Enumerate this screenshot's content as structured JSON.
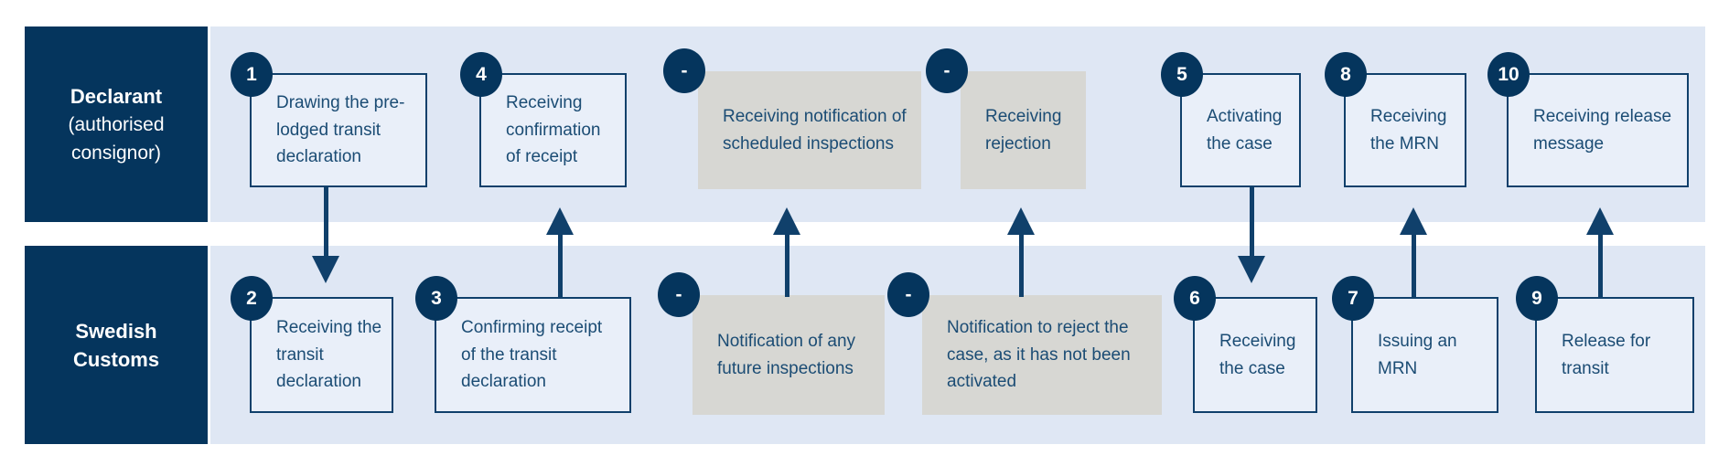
{
  "colors": {
    "navy": "#05355d",
    "border_navy": "#10406b",
    "lane_bg": "#dfe7f4",
    "step_fill": "#e9eff9",
    "muted_fill": "#d7d7d3",
    "text_navy": "#1b4c74",
    "badge_text": "#ffffff",
    "background": "#ffffff"
  },
  "lanes": [
    {
      "title": "Declarant",
      "subtitle": "(authorised consignor)"
    },
    {
      "title": "Swedish Customs",
      "subtitle": ""
    }
  ],
  "steps": [
    {
      "badge": "1",
      "lane": "declarant",
      "label": "Drawing the pre-lodged transit declaration"
    },
    {
      "badge": "2",
      "lane": "customs",
      "label": "Receiving the transit declaration"
    },
    {
      "badge": "3",
      "lane": "customs",
      "label": "Confirming receipt of the transit declaration"
    },
    {
      "badge": "4",
      "lane": "declarant",
      "label": "Receiving confirmation of receipt"
    },
    {
      "badge": "-",
      "lane": "customs",
      "label": "Notification of any future inspections"
    },
    {
      "badge": "-",
      "lane": "declarant",
      "label": "Receiving notification of scheduled inspections"
    },
    {
      "badge": "-",
      "lane": "customs",
      "label": "Notification to reject the case, as it has not been activated"
    },
    {
      "badge": "-",
      "lane": "declarant",
      "label": "Receiving rejection"
    },
    {
      "badge": "5",
      "lane": "declarant",
      "label": "Activating the case"
    },
    {
      "badge": "6",
      "lane": "customs",
      "label": "Receiving the case"
    },
    {
      "badge": "7",
      "lane": "customs",
      "label": "Issuing an MRN"
    },
    {
      "badge": "8",
      "lane": "declarant",
      "label": "Receiving the MRN"
    },
    {
      "badge": "9",
      "lane": "customs",
      "label": "Release for transit"
    },
    {
      "badge": "10",
      "lane": "declarant",
      "label": "Receiving release message"
    }
  ],
  "flows": [
    {
      "from": "1",
      "to": "2",
      "direction": "down"
    },
    {
      "from": "3",
      "to": "4",
      "direction": "up"
    },
    {
      "from": "Notification of any future inspections",
      "to": "Receiving notification of scheduled inspections",
      "direction": "up"
    },
    {
      "from": "Notification to reject the case, as it has not been activated",
      "to": "Receiving rejection",
      "direction": "up"
    },
    {
      "from": "5",
      "to": "6",
      "direction": "down"
    },
    {
      "from": "7",
      "to": "8",
      "direction": "up"
    },
    {
      "from": "9",
      "to": "10",
      "direction": "up"
    }
  ]
}
